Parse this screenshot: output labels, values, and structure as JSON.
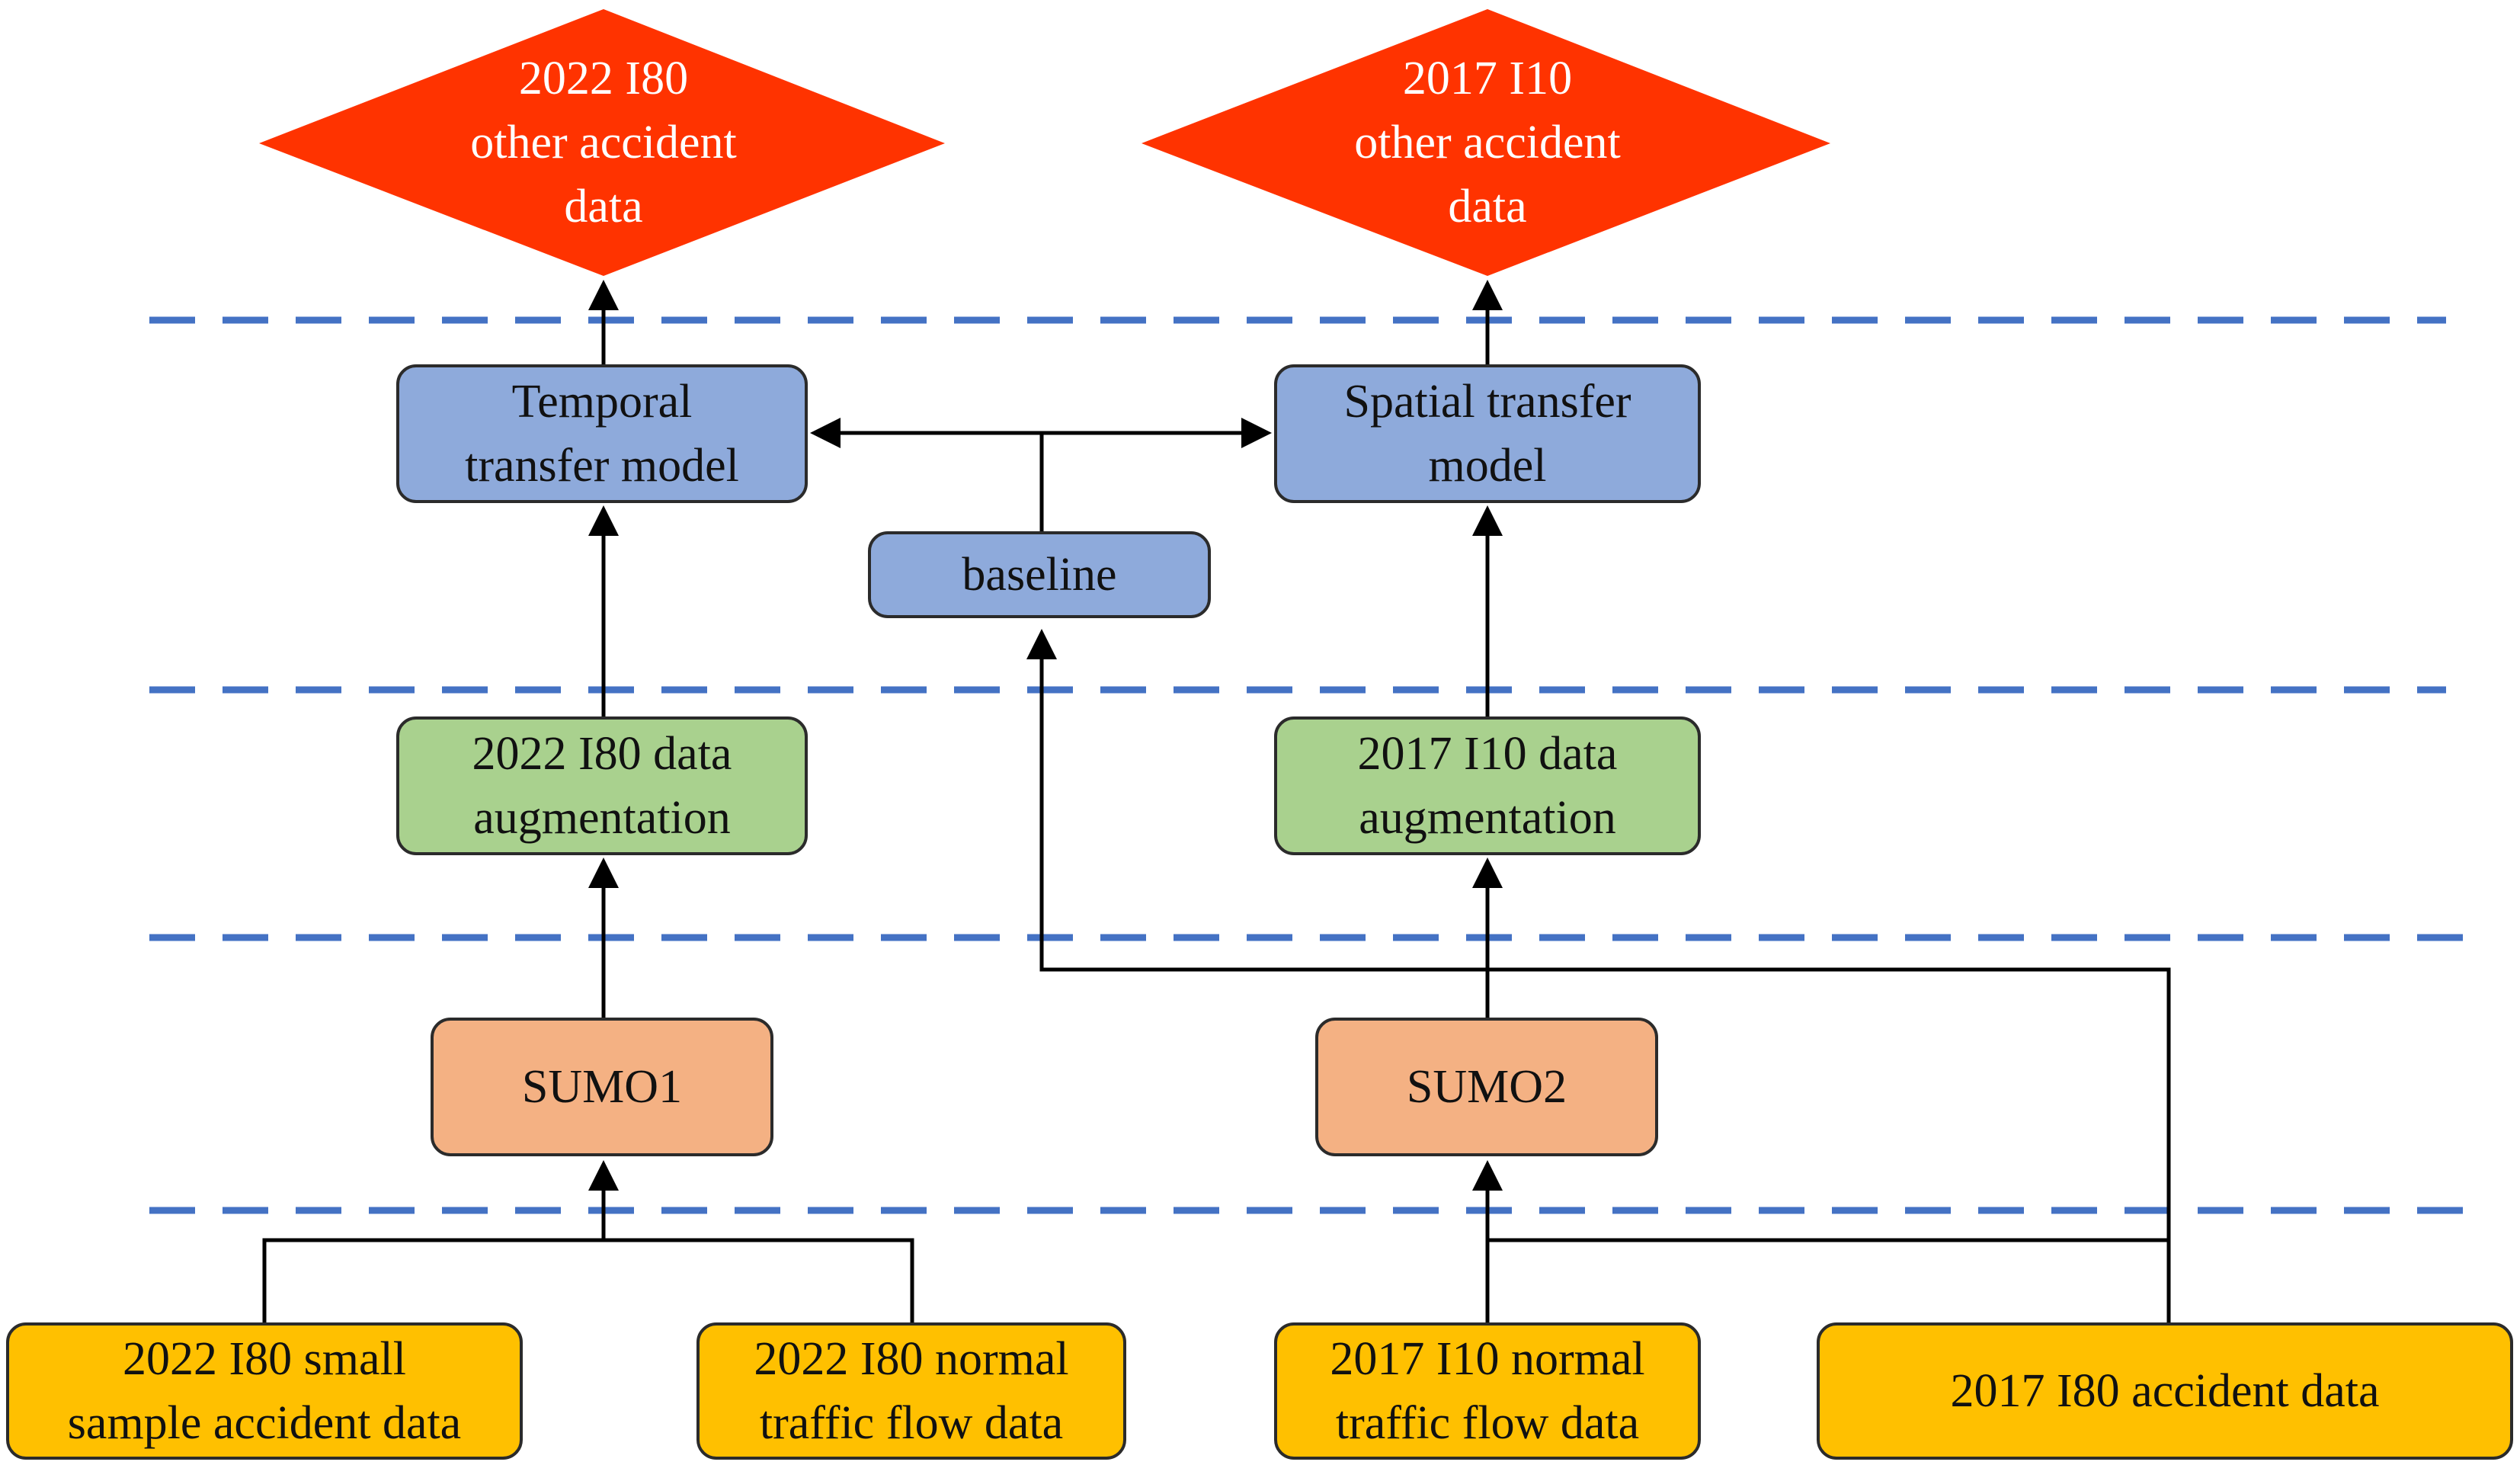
{
  "colors": {
    "output_diamond": "#ff3300",
    "model_box": "#8eaadb",
    "augmentation_box": "#a9d18e",
    "simulator_box": "#f4b183",
    "input_box": "#ffc000",
    "divider": "#4472c4",
    "connector": "#000000"
  },
  "outputs": {
    "temporal_target": {
      "line1": "2022 I80",
      "line2": "other accident",
      "line3": "data"
    },
    "spatial_target": {
      "line1": "2017 I10",
      "line2": "other accident",
      "line3": "data"
    }
  },
  "models": {
    "temporal": {
      "line1": "Temporal",
      "line2": "transfer model"
    },
    "spatial": {
      "line1": "Spatial transfer",
      "line2": "model"
    },
    "baseline": {
      "label": "baseline"
    }
  },
  "augmentation": {
    "i80": {
      "line1": "2022 I80 data",
      "line2": "augmentation"
    },
    "i10": {
      "line1": "2017 I10 data",
      "line2": "augmentation"
    }
  },
  "simulators": {
    "sumo1": {
      "label": "SUMO1"
    },
    "sumo2": {
      "label": "SUMO2"
    }
  },
  "inputs": {
    "i80_small_sample": {
      "line1": "2022 I80 small",
      "line2": "sample accident data"
    },
    "i80_normal_flow": {
      "line1": "2022 I80 normal",
      "line2": "traffic flow data"
    },
    "i10_normal_flow": {
      "line1": "2017 I10 normal",
      "line2": "traffic flow data"
    },
    "i80_accident_2017": {
      "label": "2017 I80 accident data"
    }
  }
}
